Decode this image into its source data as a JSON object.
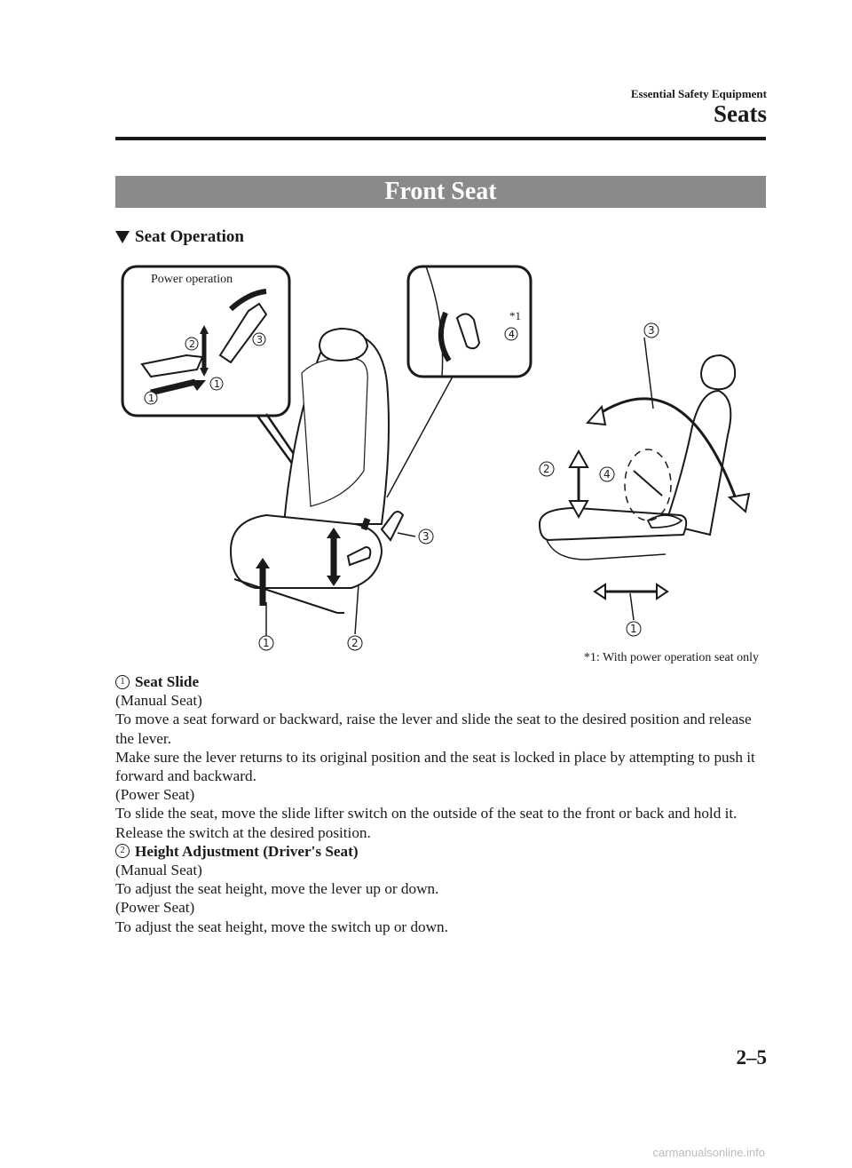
{
  "header": {
    "section": "Essential Safety Equipment",
    "chapter": "Seats"
  },
  "banner": "Front Seat",
  "subheading": "Seat Operation",
  "figure": {
    "callout_power": "Power operation",
    "note_mark": "*1",
    "footnote": "*1: With power operation seat only",
    "labels": {
      "n1": "1",
      "n2": "2",
      "n3": "3",
      "n4": "4"
    }
  },
  "items": [
    {
      "number": "1",
      "title": "Seat Slide",
      "paragraphs": [
        "(Manual Seat)",
        "To move a seat forward or backward, raise the lever and slide the seat to the desired position and release the lever.",
        "Make sure the lever returns to its original position and the seat is locked in place by attempting to push it forward and backward.",
        "(Power Seat)",
        "To slide the seat, move the slide lifter switch on the outside of the seat to the front or back and hold it. Release the switch at the desired position."
      ]
    },
    {
      "number": "2",
      "title": "Height Adjustment (Driver's Seat)",
      "paragraphs": [
        "(Manual Seat)",
        "To adjust the seat height, move the lever up or down.",
        "(Power Seat)",
        "To adjust the seat height, move the switch up or down."
      ]
    }
  ],
  "page_number": "2–5",
  "watermark": "carmanualsonline.info"
}
